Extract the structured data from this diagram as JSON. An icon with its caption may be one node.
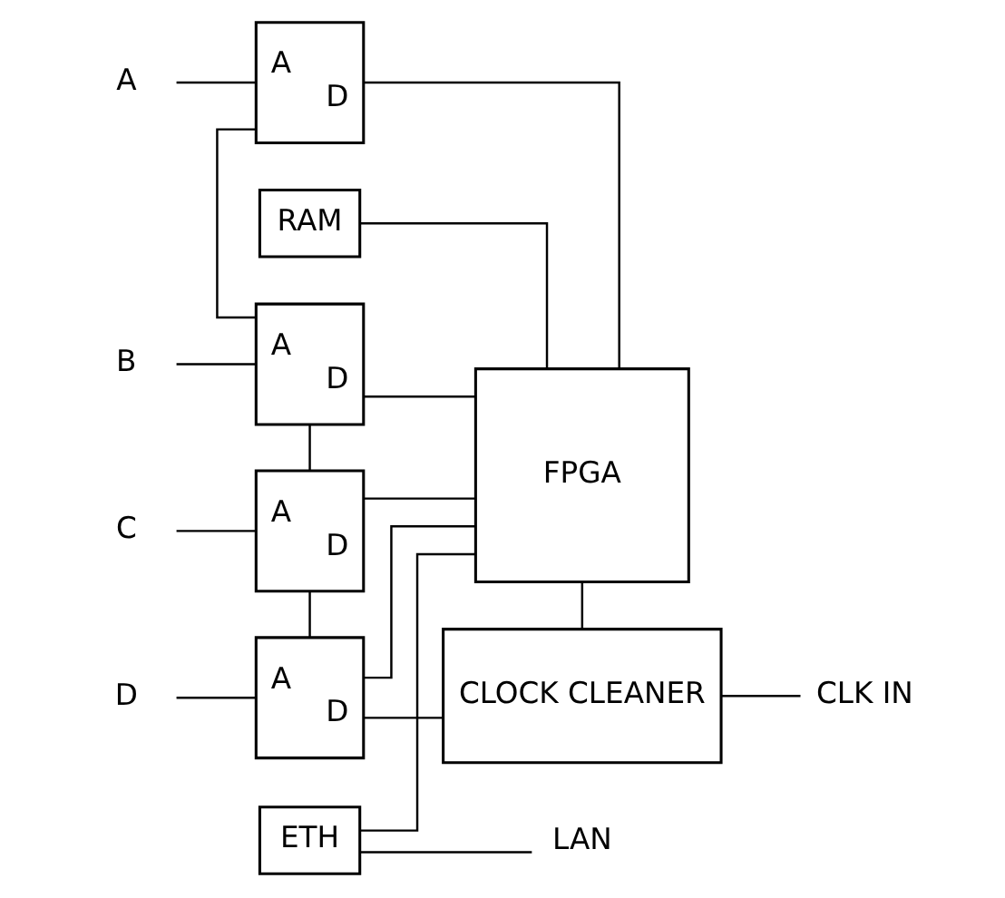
{
  "diagram": {
    "nodes": [
      {
        "text": [
          "A"
        ]
      },
      {
        "text": [
          "A",
          "D"
        ]
      },
      {
        "text": [
          "RAM"
        ]
      },
      {
        "text": [
          "ETH"
        ]
      },
      {
        "text": [
          "LAN"
        ]
      },
      {
        "text": [
          "B"
        ]
      },
      {
        "text": [
          "A",
          "D"
        ]
      },
      {
        "text": [
          "FPGA"
        ]
      },
      {
        "text": [
          "C"
        ]
      },
      {
        "text": [
          "A",
          "D"
        ]
      },
      {
        "text": [
          "D"
        ]
      },
      {
        "text": [
          "A",
          "D"
        ]
      },
      {
        "text": [
          "CLOCK CLEANER"
        ]
      },
      {
        "text": [
          "CLK IN"
        ]
      }
    ],
    "edges": [
      {
        "from": 0,
        "to": 1,
        "arrow": "none"
      },
      {
        "from": 1,
        "to": 7,
        "arrow": "none"
      },
      {
        "from": 1,
        "to": 6,
        "arrow": "none"
      },
      {
        "from": 5,
        "to": 6,
        "arrow": "none"
      },
      {
        "from": 6,
        "to": 7,
        "arrow": "none"
      },
      {
        "from": 6,
        "to": 9,
        "arrow": "none"
      },
      {
        "from": 8,
        "to": 9,
        "arrow": "none"
      },
      {
        "from": 9,
        "to": 7,
        "arrow": "none"
      },
      {
        "from": 9,
        "to": 11,
        "arrow": "none"
      },
      {
        "from": 10,
        "to": 11,
        "arrow": "none"
      },
      {
        "from": 11,
        "to": 7,
        "arrow": "none"
      },
      {
        "from": 11,
        "to": 12,
        "arrow": "none"
      },
      {
        "from": 2,
        "to": 7,
        "arrow": "none"
      },
      {
        "from": 3,
        "to": 7,
        "arrow": "none"
      },
      {
        "from": 3,
        "to": 4,
        "arrow": "none"
      },
      {
        "from": 7,
        "to": 12,
        "arrow": "none"
      },
      {
        "from": 12,
        "to": 13,
        "arrow": "none"
      }
    ]
  }
}
